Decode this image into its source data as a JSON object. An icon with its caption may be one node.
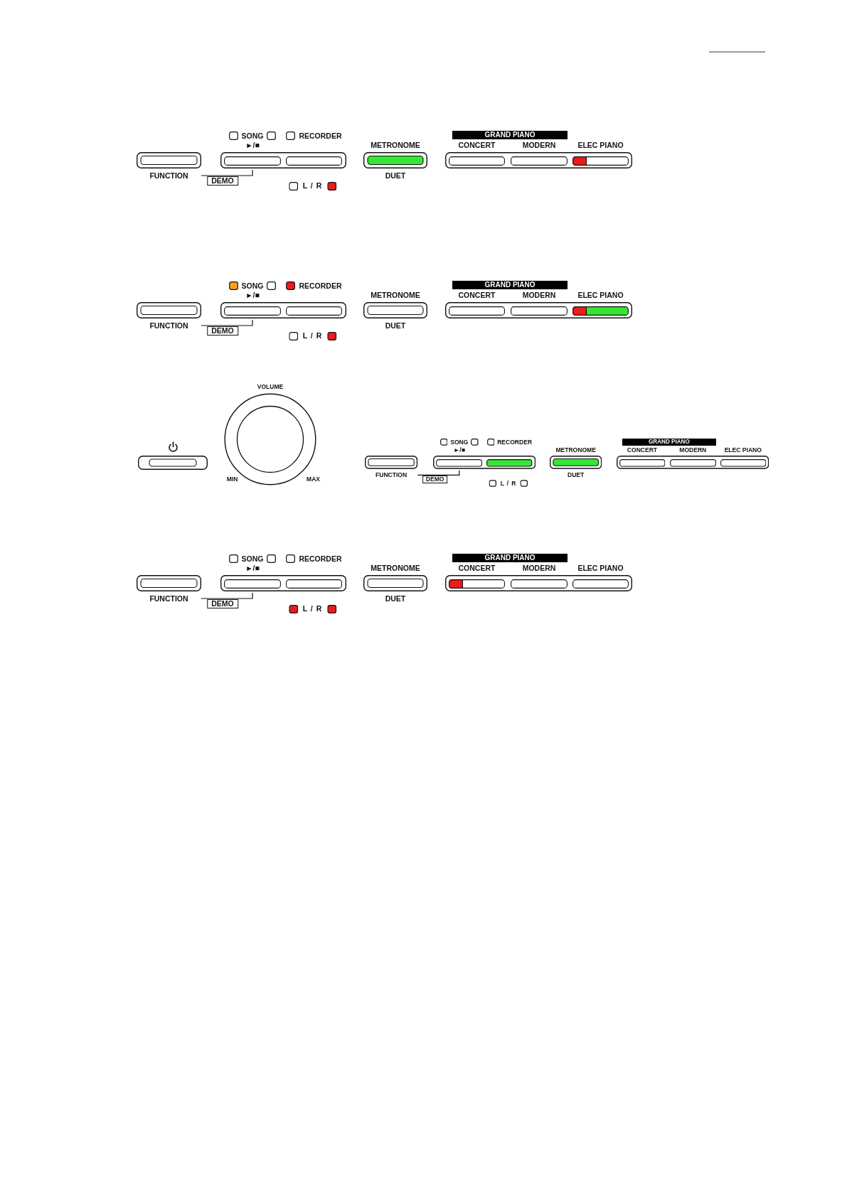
{
  "diagram": {
    "nodes": [
      {
        "text": [
          "FUNCTION"
        ]
      },
      {
        "text": [],
        "shape": "box"
      },
      {
        "text": [
          "SONG",
          "►/■"
        ],
        "in": 1
      },
      {
        "text": [
          "RECORDER"
        ],
        "in": 1
      },
      {
        "text": [
          "METRONOME",
          "DUET"
        ]
      },
      {
        "text": [
          "GRAND PIANO"
        ]
      },
      {
        "text": [],
        "shape": "box"
      },
      {
        "text": [
          "CONCERT"
        ],
        "in": 6
      },
      {
        "text": [
          "MODERN"
        ],
        "in": 6
      },
      {
        "text": [
          "ELEC PIANO"
        ],
        "in": 6
      },
      {
        "text": [
          "FUNCTION"
        ]
      },
      {
        "text": [],
        "shape": "box"
      },
      {
        "text": [
          "SONG",
          "►/■"
        ],
        "in": 11
      },
      {
        "text": [
          "RECORDER"
        ],
        "in": 11
      },
      {
        "text": [
          "METRONOME",
          "DUET"
        ]
      },
      {
        "text": [
          "GRAND PIANO"
        ]
      },
      {
        "text": [],
        "shape": "box"
      },
      {
        "text": [
          "CONCERT"
        ],
        "in": 16
      },
      {
        "text": [
          "MODERN"
        ],
        "in": 16
      },
      {
        "text": [
          "ELEC PIANO"
        ],
        "in": 16
      },
      {
        "text": [],
        "shape": "box"
      },
      {
        "text": [
          "VOLUME"
        ],
        "beside": [
          "MIN",
          "MAX"
        ]
      },
      {
        "text": [
          "FUNCTION"
        ]
      },
      {
        "text": [],
        "shape": "box"
      },
      {
        "text": [
          "SONG",
          "►/■"
        ],
        "in": 23
      },
      {
        "text": [
          "RECORDER"
        ],
        "in": 23
      },
      {
        "text": [
          "METRONOME",
          "DUET"
        ]
      },
      {
        "text": [
          "GRAND PIANO"
        ]
      },
      {
        "text": [],
        "shape": "box"
      },
      {
        "text": [
          "CONCERT"
        ],
        "in": 28
      },
      {
        "text": [
          "MODERN"
        ],
        "in": 28
      },
      {
        "text": [
          "ELEC PIANO"
        ],
        "in": 28
      },
      {
        "text": [
          "FUNCTION"
        ]
      },
      {
        "text": [],
        "shape": "box"
      },
      {
        "text": [
          "SONG",
          "►/■"
        ],
        "in": 33
      },
      {
        "text": [
          "RECORDER"
        ],
        "in": 33
      },
      {
        "text": [
          "METRONOME",
          "DUET"
        ]
      },
      {
        "text": [
          "GRAND PIANO"
        ]
      },
      {
        "text": [],
        "shape": "box"
      },
      {
        "text": [
          "CONCERT"
        ],
        "in": 38
      },
      {
        "text": [
          "MODERN"
        ],
        "in": 38
      },
      {
        "text": [
          "ELEC PIANO"
        ],
        "in": 38
      }
    ],
    "edges": [
      {
        "from": 0,
        "to": 2,
        "arrow": "none",
        "label": "DEMO"
      },
      {
        "from": 10,
        "to": 12,
        "arrow": "none",
        "label": "DEMO"
      },
      {
        "from": 22,
        "to": 24,
        "arrow": "none",
        "label": "DEMO"
      },
      {
        "from": 32,
        "to": 34,
        "arrow": "none",
        "label": "DEMO"
      }
    ],
    "labels": [
      "L / R",
      "L / R",
      "L / R",
      "L / R"
    ]
  }
}
